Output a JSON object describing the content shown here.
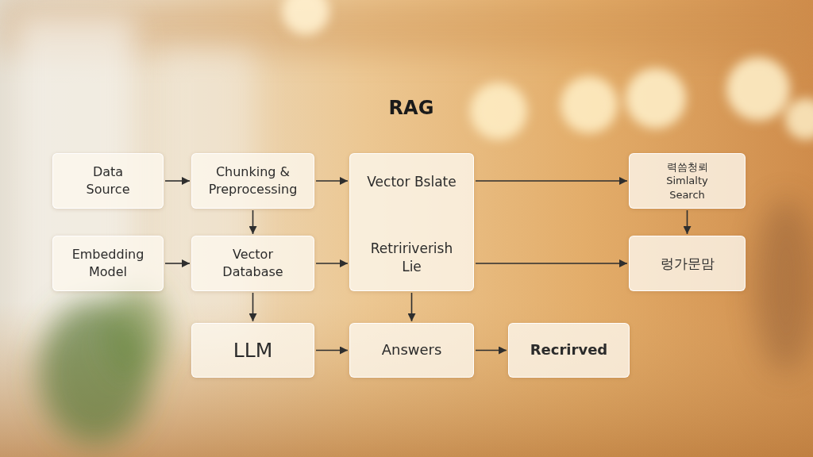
{
  "diagram": {
    "title": "RAG",
    "nodes": [
      {
        "text": [
          "Data Source"
        ]
      },
      {
        "text": [
          "Chunking & Preprocessing"
        ]
      },
      {
        "text": [
          "Vector Bslate",
          "Retririverish Lie"
        ]
      },
      {
        "text": [
          "력씀청뢰",
          "Simlalty Search"
        ]
      },
      {
        "text": [
          "Embedding Model"
        ]
      },
      {
        "text": [
          "Vector Database"
        ]
      },
      {
        "text": [
          "렁가문맘"
        ]
      },
      {
        "text": [
          "LLM"
        ]
      },
      {
        "text": [
          "Answers"
        ]
      },
      {
        "text": [
          "Recrirved"
        ]
      }
    ],
    "edges": [
      {
        "from": 0,
        "to": 1,
        "arrow": "to"
      },
      {
        "from": 1,
        "to": 2,
        "arrow": "to"
      },
      {
        "from": 2,
        "to": 3,
        "arrow": "to"
      },
      {
        "from": 1,
        "to": 5,
        "arrow": "to"
      },
      {
        "from": 3,
        "to": 6,
        "arrow": "to"
      },
      {
        "from": 4,
        "to": 5,
        "arrow": "to"
      },
      {
        "from": 5,
        "to": 2,
        "arrow": "to"
      },
      {
        "from": 2,
        "to": 6,
        "arrow": "to"
      },
      {
        "from": 5,
        "to": 7,
        "arrow": "to"
      },
      {
        "from": 2,
        "to": 8,
        "arrow": "to"
      },
      {
        "from": 7,
        "to": 8,
        "arrow": "to"
      },
      {
        "from": 8,
        "to": 9,
        "arrow": "to"
      }
    ]
  }
}
